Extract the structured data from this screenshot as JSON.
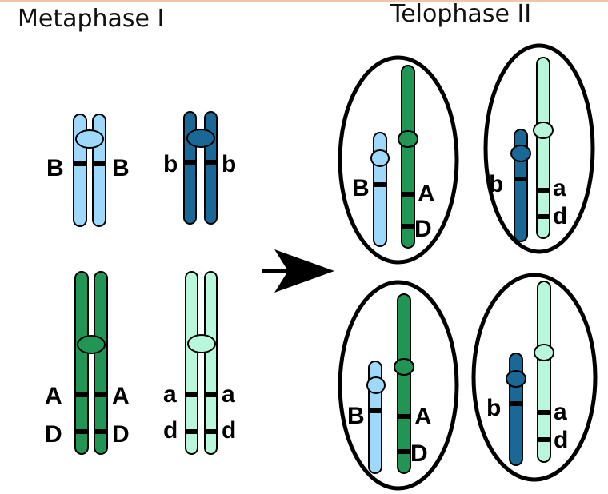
{
  "titles": {
    "left": "Metaphase I",
    "right": "Telophase II"
  },
  "colors": {
    "light_blue": "#9ed8fa",
    "dark_blue": "#1a6896",
    "dark_green": "#219654",
    "light_green": "#b8f7dc",
    "outline": "#000000",
    "band": "#000000",
    "cell_outline": "#000000",
    "arrow": "#000000"
  },
  "metaphase_pairs": [
    {
      "id": "B",
      "color": "light_blue",
      "labels": [
        "B",
        "B"
      ]
    },
    {
      "id": "b",
      "color": "dark_blue",
      "labels": [
        "b",
        "b"
      ]
    },
    {
      "id": "A",
      "color": "dark_green",
      "labels": [
        "A",
        "A",
        "D",
        "D"
      ]
    },
    {
      "id": "a",
      "color": "light_green",
      "labels": [
        "a",
        "a",
        "d",
        "d"
      ]
    }
  ],
  "cells": [
    {
      "id": "top-left",
      "chromosomes": [
        {
          "color": "light_blue",
          "labels": [
            "B"
          ]
        },
        {
          "color": "dark_green",
          "labels": [
            "A",
            "D"
          ]
        }
      ]
    },
    {
      "id": "top-right",
      "chromosomes": [
        {
          "color": "dark_blue",
          "labels": [
            "b"
          ]
        },
        {
          "color": "light_green",
          "labels": [
            "a",
            "d"
          ]
        }
      ]
    },
    {
      "id": "bottom-left",
      "chromosomes": [
        {
          "color": "light_blue",
          "labels": [
            "B"
          ]
        },
        {
          "color": "dark_green",
          "labels": [
            "A",
            "D"
          ]
        }
      ]
    },
    {
      "id": "bottom-right",
      "chromosomes": [
        {
          "color": "dark_blue",
          "labels": [
            "b"
          ]
        },
        {
          "color": "light_green",
          "labels": [
            "a",
            "d"
          ]
        }
      ]
    }
  ]
}
